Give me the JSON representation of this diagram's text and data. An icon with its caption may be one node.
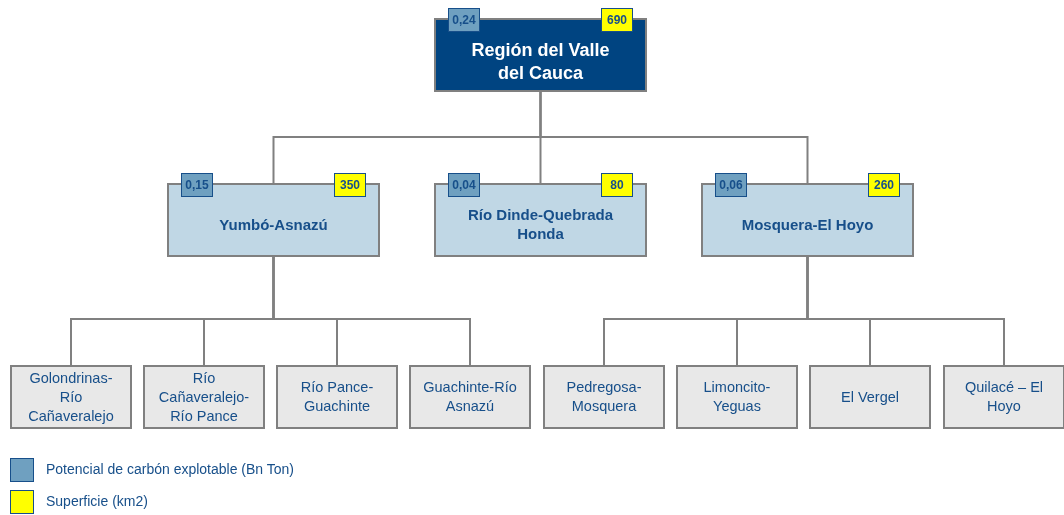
{
  "diagram": {
    "nodes": [
      {
        "text": [
          "Región del Valle del Cauca"
        ]
      },
      {
        "text": [
          "0,24"
        ]
      },
      {
        "text": [
          "690"
        ]
      },
      {
        "text": [
          "Yumbó-Asnazú"
        ]
      },
      {
        "text": [
          "0,15"
        ]
      },
      {
        "text": [
          "350"
        ]
      },
      {
        "text": [
          "Río Dinde-Quebrada Honda"
        ]
      },
      {
        "text": [
          "0,04"
        ]
      },
      {
        "text": [
          "80"
        ]
      },
      {
        "text": [
          "Mosquera-El Hoyo"
        ]
      },
      {
        "text": [
          "0,06"
        ]
      },
      {
        "text": [
          "260"
        ]
      },
      {
        "text": [
          "Golondrinas-Río Cañaveralejo"
        ]
      },
      {
        "text": [
          "Río Cañaveralejo-Río Pance"
        ]
      },
      {
        "text": [
          "Río Pance-Guachinte"
        ]
      },
      {
        "text": [
          "Guachinte-Río Asnazú"
        ]
      },
      {
        "text": [
          "Pedregosa-Mosquera"
        ]
      },
      {
        "text": [
          "Limoncito-Yeguas"
        ]
      },
      {
        "text": [
          "El Vergel"
        ]
      },
      {
        "text": [
          "Quilacé – El Hoyo"
        ]
      }
    ],
    "edges": [
      {
        "from": 0,
        "to": 3,
        "arrow": "none"
      },
      {
        "from": 0,
        "to": 6,
        "arrow": "none"
      },
      {
        "from": 0,
        "to": 9,
        "arrow": "none"
      },
      {
        "from": 3,
        "to": 12,
        "arrow": "none"
      },
      {
        "from": 3,
        "to": 13,
        "arrow": "none"
      },
      {
        "from": 3,
        "to": 14,
        "arrow": "none"
      },
      {
        "from": 3,
        "to": 15,
        "arrow": "none"
      },
      {
        "from": 9,
        "to": 16,
        "arrow": "none"
      },
      {
        "from": 9,
        "to": 17,
        "arrow": "none"
      },
      {
        "from": 9,
        "to": 18,
        "arrow": "none"
      },
      {
        "from": 9,
        "to": 19,
        "arrow": "none"
      }
    ],
    "legend": [
      {
        "text": "Potencial de carbón explotable (Bn Ton)",
        "color": "#6fa0c0"
      },
      {
        "text": "Superficie (km2)",
        "color": "#ffff00"
      }
    ]
  }
}
